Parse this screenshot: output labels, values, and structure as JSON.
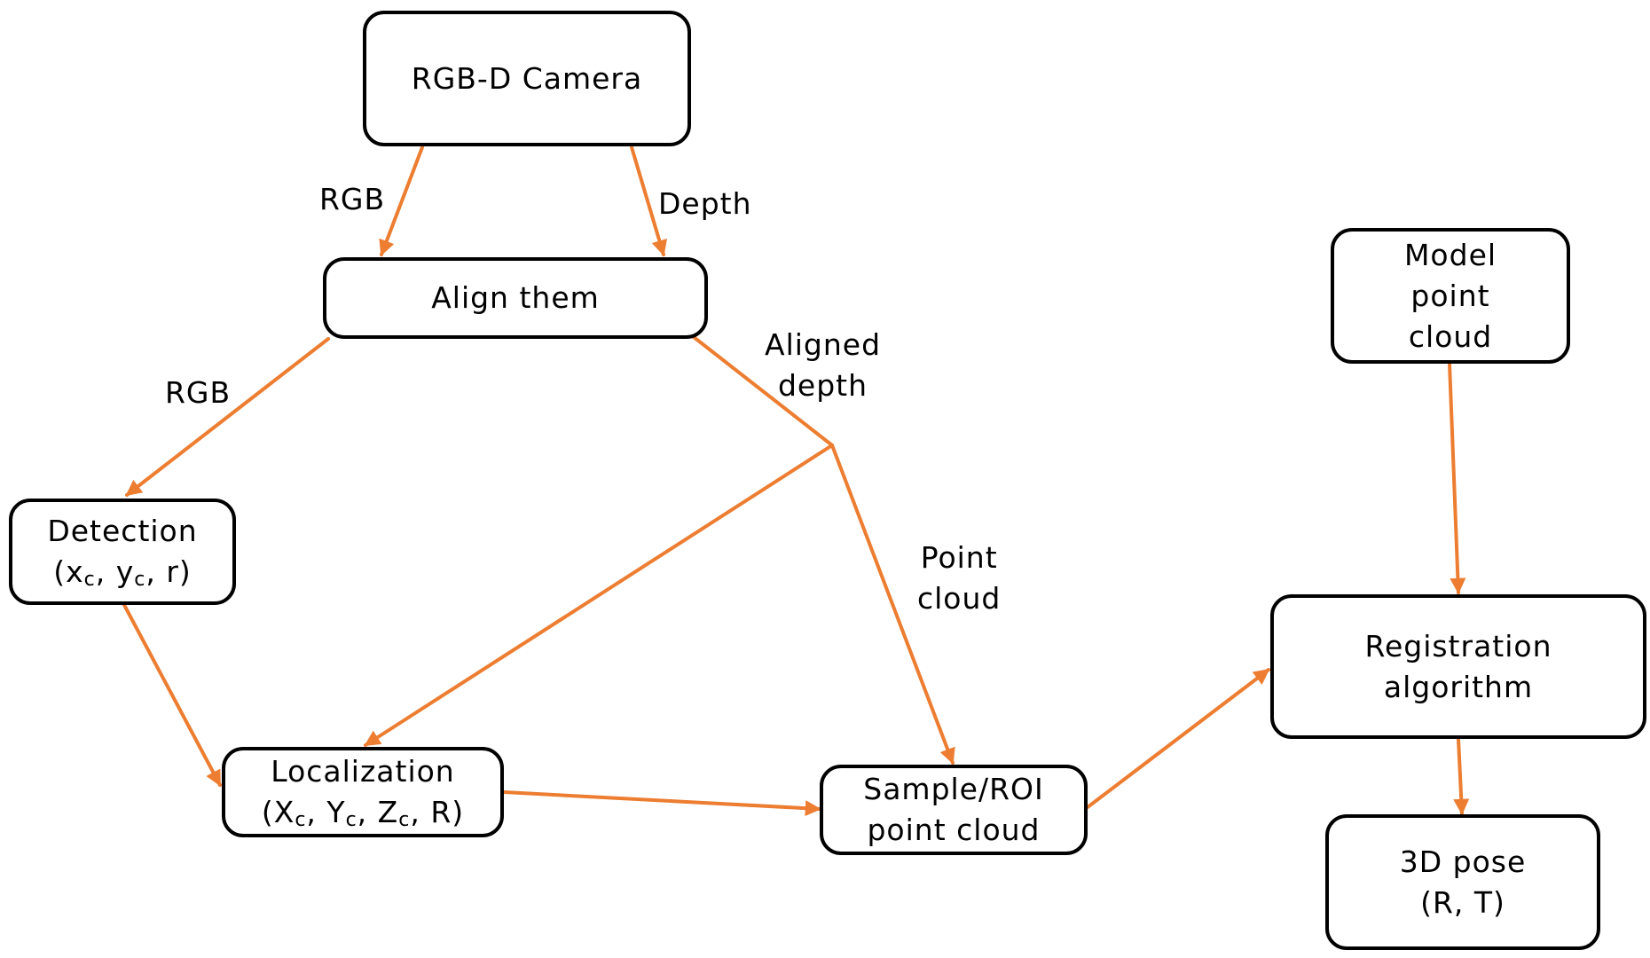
{
  "colors": {
    "arrow": "#ED7D31",
    "box_border": "#000000",
    "text": "#000000"
  },
  "nodes": {
    "camera": {
      "lines": [
        "RGB-D Camera"
      ]
    },
    "align": {
      "lines": [
        "Align them"
      ]
    },
    "model": {
      "lines": [
        "Model",
        "point",
        "cloud"
      ]
    },
    "detection": {
      "line1": "Detection",
      "line2_prefix": "(x",
      "sub1": "c",
      "line2_mid": ", y",
      "sub2": "c",
      "line2_suffix": ", r)"
    },
    "localization": {
      "line1": "Localization",
      "line2_prefix": "(X",
      "sub1": "c",
      "line2_mid1": ", Y",
      "sub2": "c",
      "line2_mid2": ", Z",
      "sub3": "c",
      "line2_suffix": ", R)"
    },
    "sample": {
      "lines": [
        "Sample/ROI",
        "point cloud"
      ]
    },
    "registration": {
      "lines": [
        "Registration",
        "algorithm"
      ]
    },
    "pose": {
      "lines": [
        "3D pose",
        "(R, T)"
      ]
    }
  },
  "edge_labels": {
    "camera_rgb": "RGB",
    "camera_depth": "Depth",
    "align_rgb": "RGB",
    "aligned_depth": [
      "Aligned",
      "depth"
    ],
    "point_cloud": [
      "Point",
      "cloud"
    ]
  }
}
